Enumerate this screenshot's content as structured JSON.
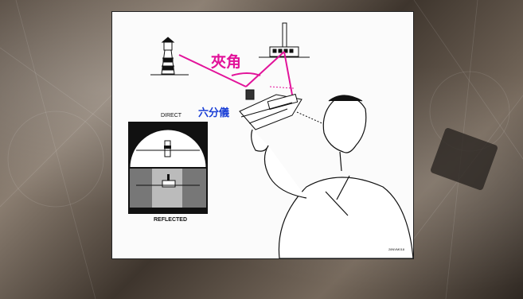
{
  "diagram": {
    "angle_label": "夾角",
    "sextant_label": "六分儀",
    "direct_label": "DIRECT",
    "reflected_label": "REFLECTED",
    "figure_code": "28NVM018"
  },
  "colors": {
    "angle_lines": "#e2139a",
    "sextant_label": "#1a3fd6",
    "panel_bg": "#fbfbfb"
  }
}
